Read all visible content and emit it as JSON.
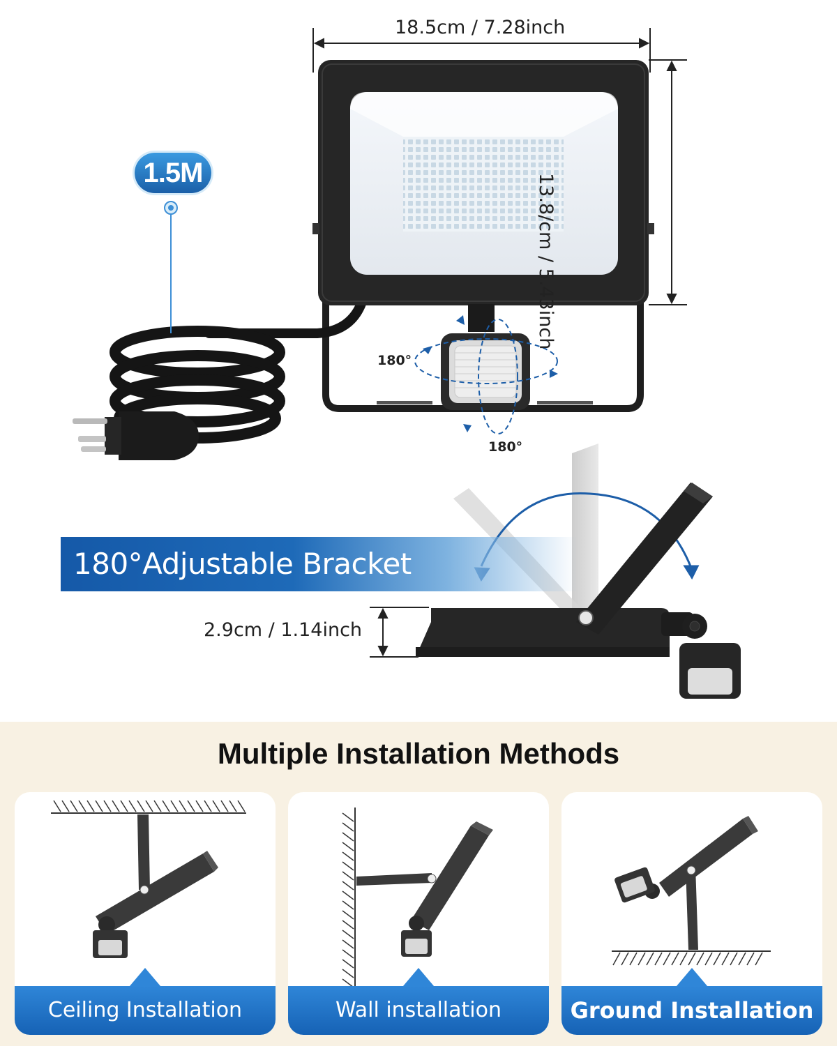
{
  "dimensions": {
    "width_label": "18.5cm / 7.28inch",
    "height_label": "13.8/cm / 5.43inch",
    "depth_label": "2.9cm / 1.14inch"
  },
  "cable": {
    "length_label": "1.5M"
  },
  "sensor": {
    "rotation_h_label": "180°",
    "rotation_v_label": "180°"
  },
  "bracket": {
    "banner_text": "180°Adjustable Bracket"
  },
  "installation": {
    "title": "Multiple Installation Methods",
    "methods": [
      {
        "label": "Ceiling Installation",
        "icon": "ceiling-mount-icon"
      },
      {
        "label": "Wall installation",
        "icon": "wall-mount-icon"
      },
      {
        "label": "Ground Installation",
        "icon": "ground-mount-icon"
      }
    ]
  },
  "colors": {
    "accent_blue": "#1662b5",
    "light_blue": "#2f86d8",
    "housing": "#2b2b2b",
    "panel_bg": "#f8f1e3"
  }
}
